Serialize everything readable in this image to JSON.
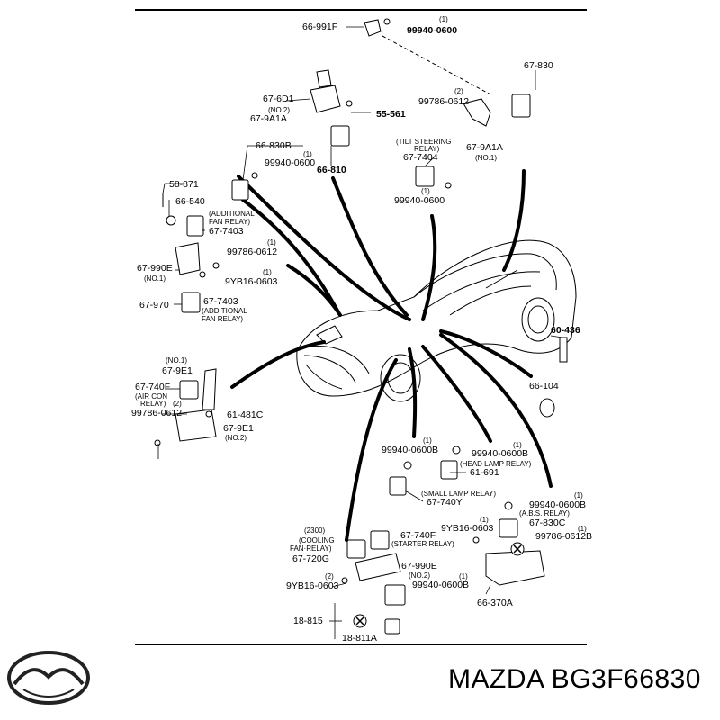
{
  "callouts": {
    "c66991F": "66-991F",
    "q1a": "(1)",
    "p99940_0600_top": "99940-0600",
    "c67830": "67-830",
    "c676D1": "67-6D1",
    "no2a": "(NO.2)",
    "c679A1A_left": "67-9A1A",
    "c55561": "55-561",
    "q2a": "(2)",
    "p99786_0612_top": "99786-0612",
    "c679A1A_right": "67-9A1A",
    "no1a": "(NO.1)",
    "tilt1": "(TILT STEERING",
    "tilt2": "RELAY)",
    "c677404": "67-7404",
    "q1b": "(1)",
    "p99940_0600_tilt": "99940-0600",
    "c66830B": "66-830B",
    "q1c": "(1)",
    "p99940_0600_830b": "99940-0600",
    "c66810": "66-810",
    "c58871": "58-871",
    "c66540": "66-540",
    "addfan1": "(ADDITIONAL",
    "addfan2": "FAN RELAY)",
    "c677403a": "67-7403",
    "q1d": "(1)",
    "p99786_0612_left": "99786-0612",
    "c67990E_left": "67-990E",
    "no1b": "(NO.1)",
    "q1e": "(1)",
    "p9YB16_0603_left": "9YB16-0603",
    "c67970": "67-970",
    "c677403b": "67-7403",
    "addfan3": "(ADDITIONAL",
    "addfan4": "FAN RELAY)",
    "no1c": "(NO.1)",
    "c679E1_top": "67-9E1",
    "c67740F_left": "67-740F",
    "aircon1": "(AIR CON",
    "aircon2": "RELAY)",
    "q2b": "(2)",
    "p99786_0612_lower": "99786-0612",
    "c61481C": "61-481C",
    "c679E1_bot": "67-9E1",
    "no2b": "(NO.2)",
    "c60436": "60-436",
    "c66104": "66-104",
    "q1f": "(1)",
    "p99940_0600B_a": "99940-0600B",
    "q1g": "(1)",
    "p99940_0600B_b": "99940-0600B",
    "headlamp": "(HEAD LAMP RELAY)",
    "c61691": "61-691",
    "smalllamp": "(SMALL LAMP RELAY)",
    "c67740Y": "67-740Y",
    "q1h": "(1)",
    "p99940_0600B_c": "99940-0600B",
    "abs": "(A.B.S. RELAY)",
    "q1i": "(1)",
    "p9YB16_0603_right": "9YB16-0603",
    "c67830C": "67-830C",
    "q1j": "(1)",
    "p99786_0612B": "99786-0612B",
    "c66370A": "66-370A",
    "p2300": "(2300)",
    "cooling1": "(COOLING",
    "cooling2": "FAN·RELAY)",
    "c67720G": "67-720G",
    "c67740F_bot": "67-740F",
    "starter": "(STARTER RELAY)",
    "c67990E_bot": "67-990E",
    "no2c": "(NO.2)",
    "q2c": "(2)",
    "p9YB16_0603_bot": "9YB16-0603",
    "q1k": "(1)",
    "p99940_0600B_d": "99940-0600B",
    "c18815": "18-815",
    "c18811A": "18-811A"
  },
  "brand": {
    "text": "MAZDA BG3F66830"
  },
  "icons": [
    "mazda-logo-icon"
  ],
  "colors": {
    "ink": "#000000",
    "paper": "#ffffff",
    "logo": "#222222"
  }
}
